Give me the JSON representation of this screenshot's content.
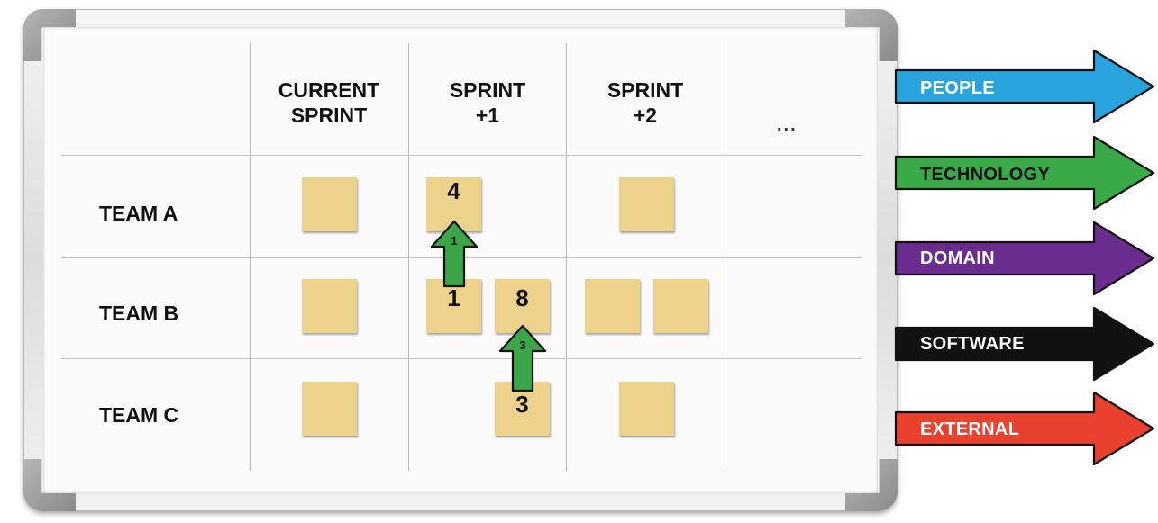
{
  "columns": [
    {
      "line1": "CURRENT",
      "line2": "SPRINT"
    },
    {
      "line1": "SPRINT",
      "line2": "+1"
    },
    {
      "line1": "SPRINT",
      "line2": "+2"
    }
  ],
  "more_columns": "...",
  "rows": [
    "TEAM A",
    "TEAM B",
    "TEAM C"
  ],
  "notes": {
    "team_a_sprint1": "4",
    "team_b_sprint1_left": "1",
    "team_b_sprint1_right": "8",
    "team_c_sprint1": "3"
  },
  "dependencies": [
    {
      "label": "1",
      "color": "#3aa648"
    },
    {
      "label": "3",
      "color": "#3aa648"
    }
  ],
  "concerns": [
    {
      "label": "PEOPLE",
      "color": "#29a3dd"
    },
    {
      "label": "TECHNOLOGY",
      "color": "#3aaa48"
    },
    {
      "label": "DOMAIN",
      "color": "#6a2c8f"
    },
    {
      "label": "SOFTWARE",
      "color": "#111111"
    },
    {
      "label": "EXTERNAL",
      "color": "#e9412e"
    }
  ],
  "colors": {
    "sticky_note": "#edd28c",
    "board": "#fbfbfb",
    "frame": "#dcdcdc"
  }
}
